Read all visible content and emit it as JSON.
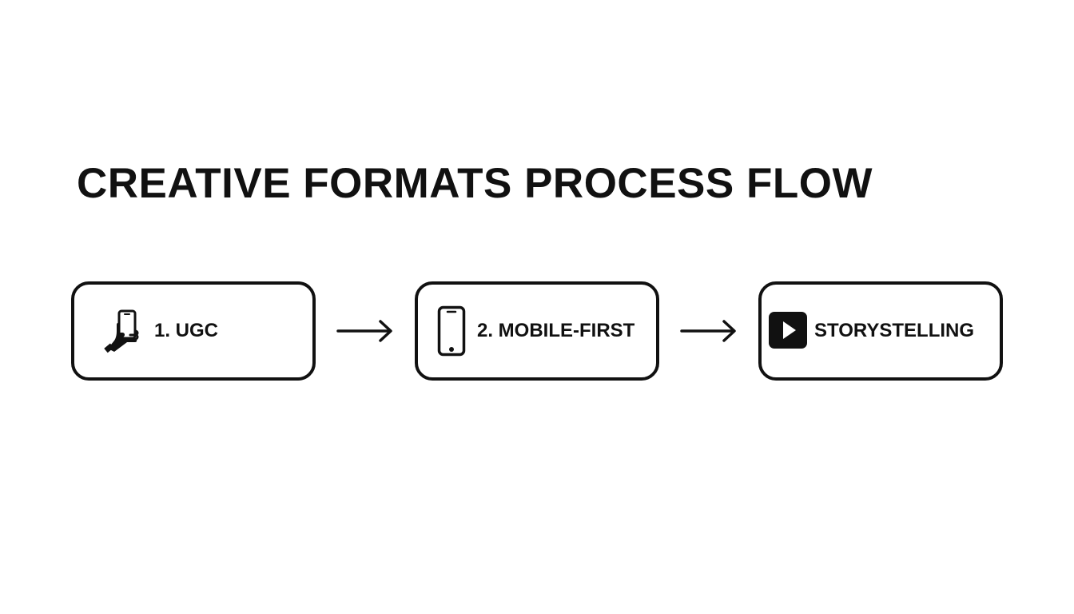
{
  "title": "CREATIVE FORMATS PROCESS FLOW",
  "steps": [
    {
      "label": "1. UGC",
      "icon": "hand-holding-phone-icon"
    },
    {
      "label": "2. MOBILE-FIRST",
      "icon": "smartphone-icon"
    },
    {
      "label": "STORYSTELLING",
      "icon": "play-button-icon"
    }
  ],
  "connectors": [
    "arrow-right-icon",
    "arrow-right-icon"
  ],
  "colors": {
    "background": "#ffffff",
    "ink": "#111111"
  }
}
